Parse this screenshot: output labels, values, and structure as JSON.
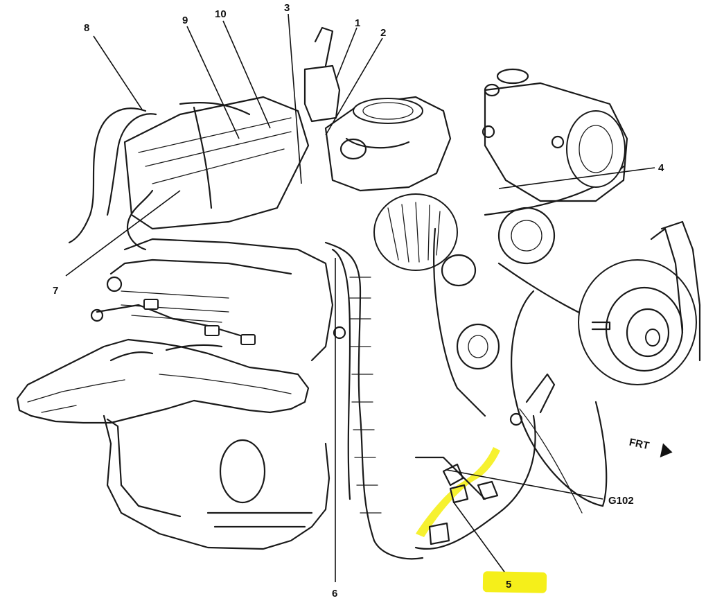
{
  "diagram": {
    "labels": {
      "l1": "1",
      "l2": "2",
      "l3": "3",
      "l4": "4",
      "l5": "5",
      "l6": "6",
      "l7": "7",
      "l8": "8",
      "l9": "9",
      "l10": "10",
      "g102": "G102",
      "frt": "FRT"
    },
    "colors": {
      "highlight": "#f5ef1a",
      "ink": "#1a1a1a",
      "background": "#ffffff"
    }
  }
}
